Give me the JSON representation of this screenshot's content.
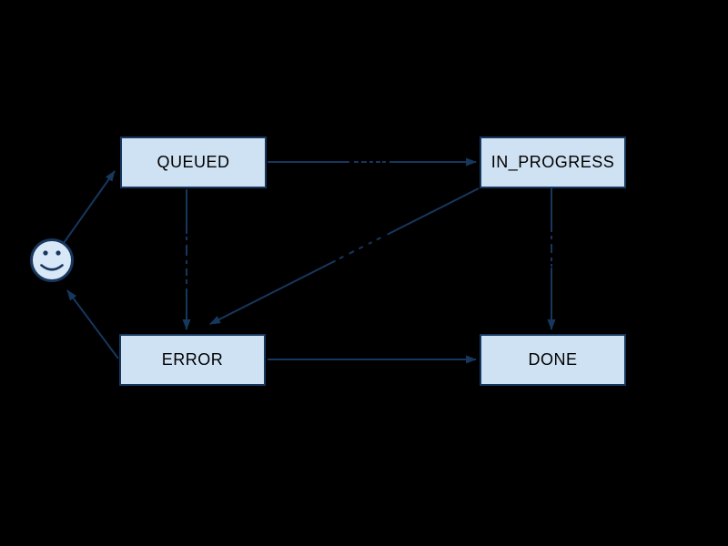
{
  "diagram": {
    "type": "state-machine",
    "colors": {
      "background": "#000000",
      "node_fill": "#cfe2f3",
      "node_border": "#17375e",
      "edge": "#17375e",
      "node_text": "#000000",
      "smiley_fill": "#d9e8f7"
    },
    "nodes": [
      {
        "id": "queued",
        "label": "QUEUED"
      },
      {
        "id": "in_progress",
        "label": "IN_PROGRESS"
      },
      {
        "id": "error",
        "label": "ERROR"
      },
      {
        "id": "done",
        "label": "DONE"
      }
    ],
    "start_marker": {
      "icon": "smiley-face-icon"
    },
    "edges": [
      {
        "from": "start",
        "to": "QUEUED"
      },
      {
        "from": "QUEUED",
        "to": "IN_PROGRESS"
      },
      {
        "from": "QUEUED",
        "to": "ERROR"
      },
      {
        "from": "IN_PROGRESS",
        "to": "ERROR"
      },
      {
        "from": "IN_PROGRESS",
        "to": "DONE"
      },
      {
        "from": "ERROR",
        "to": "DONE"
      },
      {
        "from": "ERROR",
        "to": "start"
      }
    ]
  }
}
